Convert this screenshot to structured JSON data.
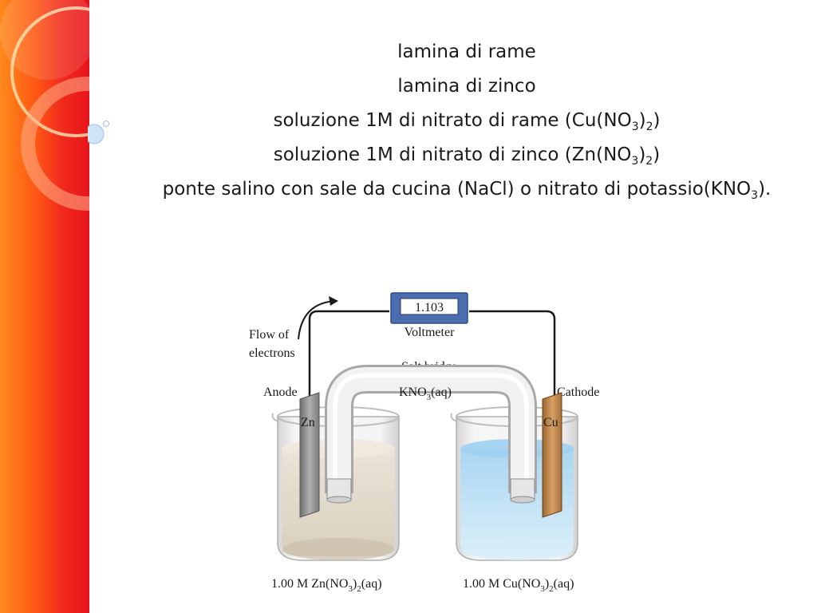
{
  "slide": {
    "lines": [
      {
        "a": "lamina di rame"
      },
      {
        "a": "lamina di zinco"
      },
      {
        "a": "soluzione 1M di nitrato di rame (Cu(NO",
        "s1": "3",
        "b": ")",
        "s2": "2",
        "c": ")"
      },
      {
        "a": "soluzione 1M di nitrato di zinco (Zn(NO",
        "s1": "3",
        "b": ")",
        "s2": "2",
        "c": ")"
      },
      {
        "a": "ponte salino con sale da cucina (NaCl) o nitrato di potassio(KNO",
        "s1": "3",
        "b": ")."
      }
    ]
  },
  "diagram": {
    "voltmeter_reading": "1.103",
    "voltmeter_label": "Voltmeter",
    "flow_label_1": "Flow of",
    "flow_label_2": "electrons",
    "salt_bridge_label": "Salt bridge",
    "bridge_formula": "KNO",
    "bridge_formula_sub": "3",
    "bridge_formula_end": "(aq)",
    "anode_label": "Anode",
    "cathode_label": "Cathode",
    "zn_label": "Zn",
    "cu_label": "Cu",
    "left_solution": "1.00 M Zn(NO",
    "left_solution_sub1": "3",
    "left_solution_mid": ")",
    "left_solution_sub2": "2",
    "left_solution_end": "(aq)",
    "right_solution": "1.00 M Cu(NO",
    "right_solution_sub1": "3",
    "right_solution_mid": ")",
    "right_solution_sub2": "2",
    "right_solution_end": "(aq)"
  },
  "colors": {
    "band_orange": "#ff8a1c",
    "band_red": "#e8141c",
    "voltmeter_blue": "#4a6db0",
    "zinc_solution": "#e4ddd0",
    "copper_solution": "#bfe0f4",
    "copper_electrode": "#c8904e",
    "zinc_electrode": "#8c8c8c"
  }
}
